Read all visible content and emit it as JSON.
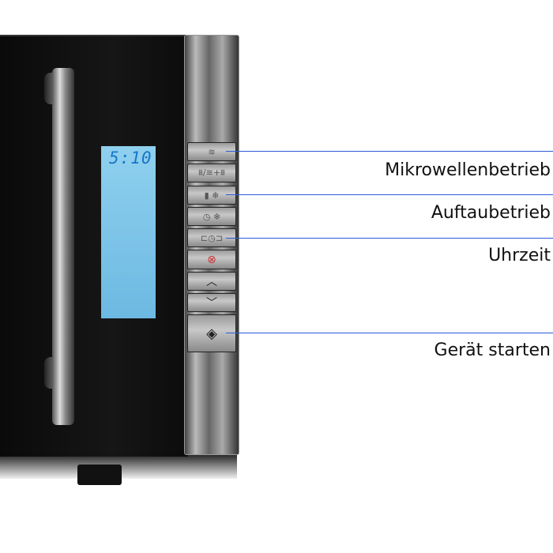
{
  "display": {
    "time": "5:10"
  },
  "buttons": [
    {
      "name": "microwave-button",
      "icon": "≋"
    },
    {
      "name": "grill-combi-button",
      "icon": "⩩/≋+⩩"
    },
    {
      "name": "defrost-button",
      "icon": "▮ ❄"
    },
    {
      "name": "timer-defrost-button",
      "icon": "◷ ❄"
    },
    {
      "name": "clock-button",
      "icon": "⊏◷⊐"
    },
    {
      "name": "stop-button",
      "icon": "⊗"
    },
    {
      "name": "up-button",
      "icon": "︿"
    },
    {
      "name": "down-button",
      "icon": "﹀"
    },
    {
      "name": "start-button",
      "icon": "◈"
    }
  ],
  "callouts": [
    "Mikrowellenbetrieb",
    "Auftaubetrieb",
    "Uhrzeit",
    "Gerät starten"
  ],
  "colors": {
    "callout_line": "#2a5bd7",
    "display": "#8fd0ee",
    "digits": "#1676c8"
  }
}
